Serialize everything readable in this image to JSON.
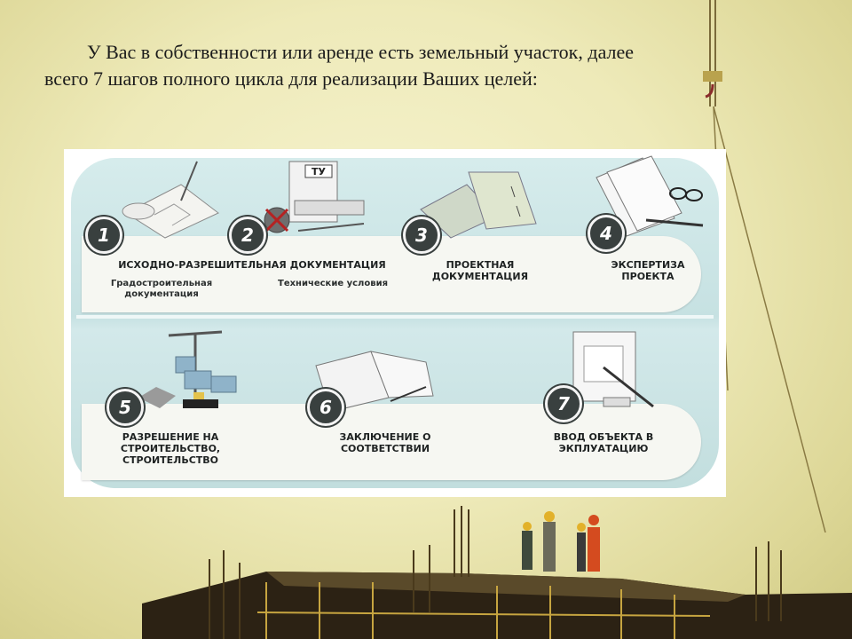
{
  "intro": {
    "line1": "У Вас в собственности или аренде есть земельный участок, далее",
    "line2": "всего 7 шагов полного цикла для реализации Ваших целей:"
  },
  "diagram": {
    "steps": [
      {
        "number": "1"
      },
      {
        "number": "2",
        "tag": "ТУ"
      },
      {
        "number": "3",
        "label": "ПРОЕКТНАЯ ДОКУМЕНТАЦИЯ"
      },
      {
        "number": "4",
        "label": "ЭКСПЕРТИЗА ПРОЕКТА"
      },
      {
        "number": "5",
        "label": "РАЗРЕШЕНИЕ НА СТРОИТЕЛЬСТВО, СТРОИТЕЛЬСТВО"
      },
      {
        "number": "6",
        "label": "ЗАКЛЮЧЕНИЕ О СООТВЕТСТВИИ"
      },
      {
        "number": "7",
        "label": "ВВОД ОБЪЕКТА В ЭКПЛУАТАЦИЮ"
      }
    ],
    "group_label": "ИСХОДНО-РАЗРЕШИТЕЛЬНАЯ ДОКУМЕНТАЦИЯ",
    "sub_labels": [
      "Градостроительная документация",
      "Технические условия"
    ]
  },
  "colors": {
    "background": "#eeeab9",
    "panel": "#c6e1e2",
    "band": "#f6f7f2",
    "badge": "#39403f"
  }
}
